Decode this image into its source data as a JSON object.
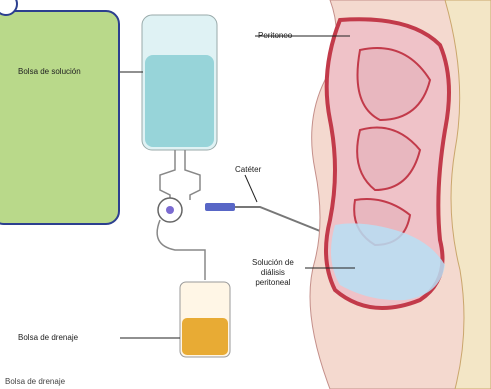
{
  "labels": {
    "solution_bag": "Bolsa de solución",
    "peritoneum": "Peritoneo",
    "catheter": "Catéter",
    "dialysis_solution_line1": "Solución de",
    "dialysis_solution_line2": "diálisis",
    "dialysis_solution_line3": "peritoneal",
    "drain_bag": "Bolsa de drenaje",
    "footer": "Bolsa de drenaje"
  },
  "colors": {
    "panel_green": "#b9d98a",
    "panel_border": "#2c3f8f",
    "solution_blue": "#8fd0d6",
    "tissue_red": "#c23a4a",
    "tissue_pink": "#e8b7bf",
    "drain_yellow": "#e7a72a"
  }
}
